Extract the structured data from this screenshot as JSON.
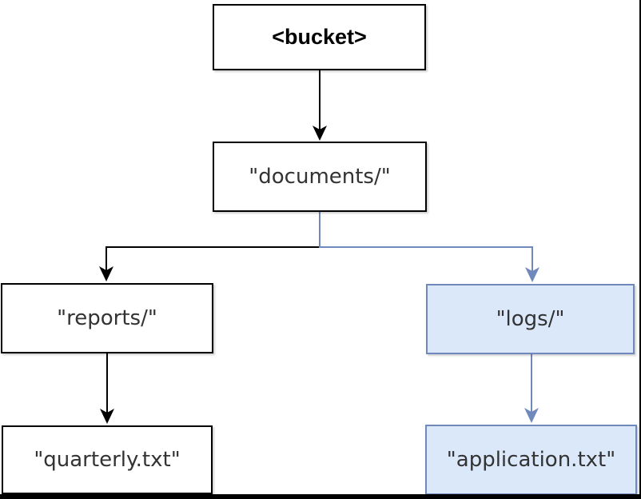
{
  "diagram": {
    "nodes": {
      "bucket": {
        "label": "<bucket>",
        "highlighted": false
      },
      "documents": {
        "label": "\"documents/\"",
        "highlighted": false
      },
      "reports": {
        "label": "\"reports/\"",
        "highlighted": false
      },
      "logs": {
        "label": "\"logs/\"",
        "highlighted": true
      },
      "quarterly": {
        "label": "\"quarterly.txt\"",
        "highlighted": false
      },
      "application": {
        "label": "\"application.txt\"",
        "highlighted": true
      }
    },
    "edges": [
      {
        "from": "bucket",
        "to": "documents",
        "color": "default"
      },
      {
        "from": "documents",
        "to": "reports",
        "color": "default"
      },
      {
        "from": "documents",
        "to": "logs",
        "color": "highlight"
      },
      {
        "from": "reports",
        "to": "quarterly",
        "color": "default"
      },
      {
        "from": "logs",
        "to": "application",
        "color": "highlight"
      }
    ],
    "colors": {
      "node_fill": "#ffffff",
      "node_border": "#000000",
      "highlight_fill": "#dbe8fa",
      "highlight_border": "#7089bd",
      "edge_default": "#000000",
      "edge_highlight": "#7089bd",
      "label_text": "#333333",
      "bucket_text": "#000000"
    }
  }
}
